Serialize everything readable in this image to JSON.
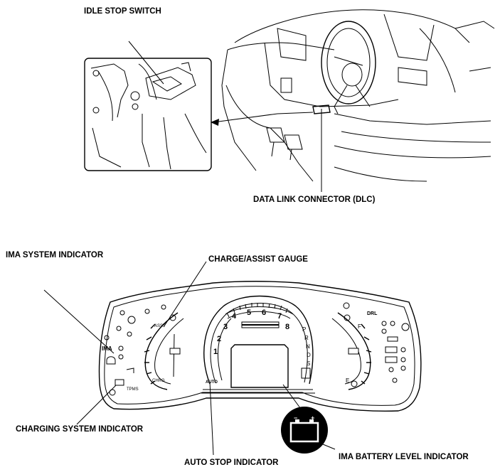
{
  "callouts": {
    "idle_stop_switch": "IDLE STOP SWITCH",
    "data_link_connector": "DATA LINK CONNECTOR (DLC)",
    "ima_system_indicator": "IMA SYSTEM INDICATOR",
    "charge_assist_gauge": "CHARGE/ASSIST GAUGE",
    "charging_system_indicator": "CHARGING SYSTEM INDICATOR",
    "auto_stop_indicator": "AUTO STOP INDICATOR",
    "ima_battery_level_indicator": "IMA BATTERY LEVEL INDICATOR"
  },
  "cluster": {
    "tach_numbers": [
      "1",
      "2",
      "3",
      "4",
      "5",
      "6",
      "7",
      "8"
    ],
    "gear_letters": [
      "P",
      "R",
      "N",
      "D",
      "S"
    ],
    "gauge_labels": {
      "asst": "ASST",
      "chrg": "CHRG",
      "fuel_full": "F",
      "fuel_empty": "E"
    },
    "icon_texts": {
      "ima": "IMA",
      "tpms": "TPMS",
      "drl": "DRL",
      "auto": "AUTO"
    }
  },
  "battery_icon": {
    "minus": "−",
    "plus": "+"
  }
}
